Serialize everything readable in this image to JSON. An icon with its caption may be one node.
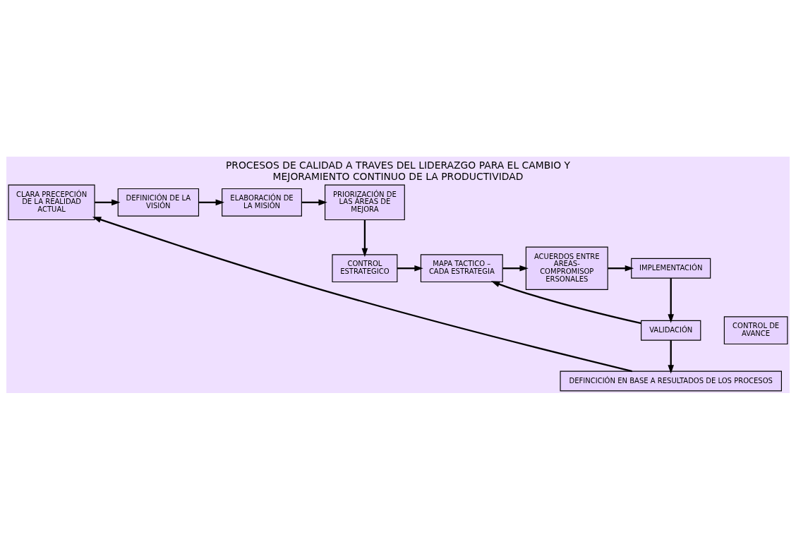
{
  "diagram": {
    "title": "PROCESOS DE CALIDAD A TRAVES DEL LIDERAZGO PARA EL CAMBIO Y MEJORAMIENTO CONTINUO DE LA PRODUCTIVIDAD",
    "nodes": [
      {
        "text": [
          "CLARA PRECEPCIÓN DE LA REALIDAD ACTUAL"
        ]
      },
      {
        "text": [
          "DEFINICIÓN DE LA VISIÓN"
        ]
      },
      {
        "text": [
          "ELABORACIÓN DE LA MISIÓN"
        ]
      },
      {
        "text": [
          "PRIORIZACIÓN DE LAS ÁREAS DE MEJORA"
        ]
      },
      {
        "text": [
          "CONTROL ESTRATEGICO"
        ]
      },
      {
        "text": [
          "CONTROL DE AVANCE"
        ]
      },
      {
        "text": [
          "MAPA TACTICO – CADA ESTRATEGIA"
        ]
      },
      {
        "text": [
          "ACUERDOS ENTRE AREAS- COMPROMISOP ERSONALES"
        ]
      },
      {
        "text": [
          "IMPLEMENTACIÓN"
        ]
      },
      {
        "text": [
          "VALIDACIÓN"
        ]
      },
      {
        "text": [
          "DEFINCICIÓN EN BASE A RESULTADOS DE LOS PROCESOS"
        ]
      }
    ],
    "edges": [
      {
        "from": 0,
        "to": 1,
        "arrow": "to"
      },
      {
        "from": 1,
        "to": 2,
        "arrow": "to"
      },
      {
        "from": 2,
        "to": 3,
        "arrow": "to"
      },
      {
        "from": 3,
        "to": 4,
        "arrow": "to"
      },
      {
        "from": 4,
        "to": 6,
        "arrow": "to"
      },
      {
        "from": 6,
        "to": 7,
        "arrow": "to"
      },
      {
        "from": 7,
        "to": 8,
        "arrow": "to"
      },
      {
        "from": 8,
        "to": 9,
        "arrow": "to"
      },
      {
        "from": 9,
        "to": 6,
        "arrow": "to"
      },
      {
        "from": 9,
        "to": 10,
        "arrow": "to"
      },
      {
        "from": 10,
        "to": 0,
        "arrow": "to"
      }
    ]
  }
}
